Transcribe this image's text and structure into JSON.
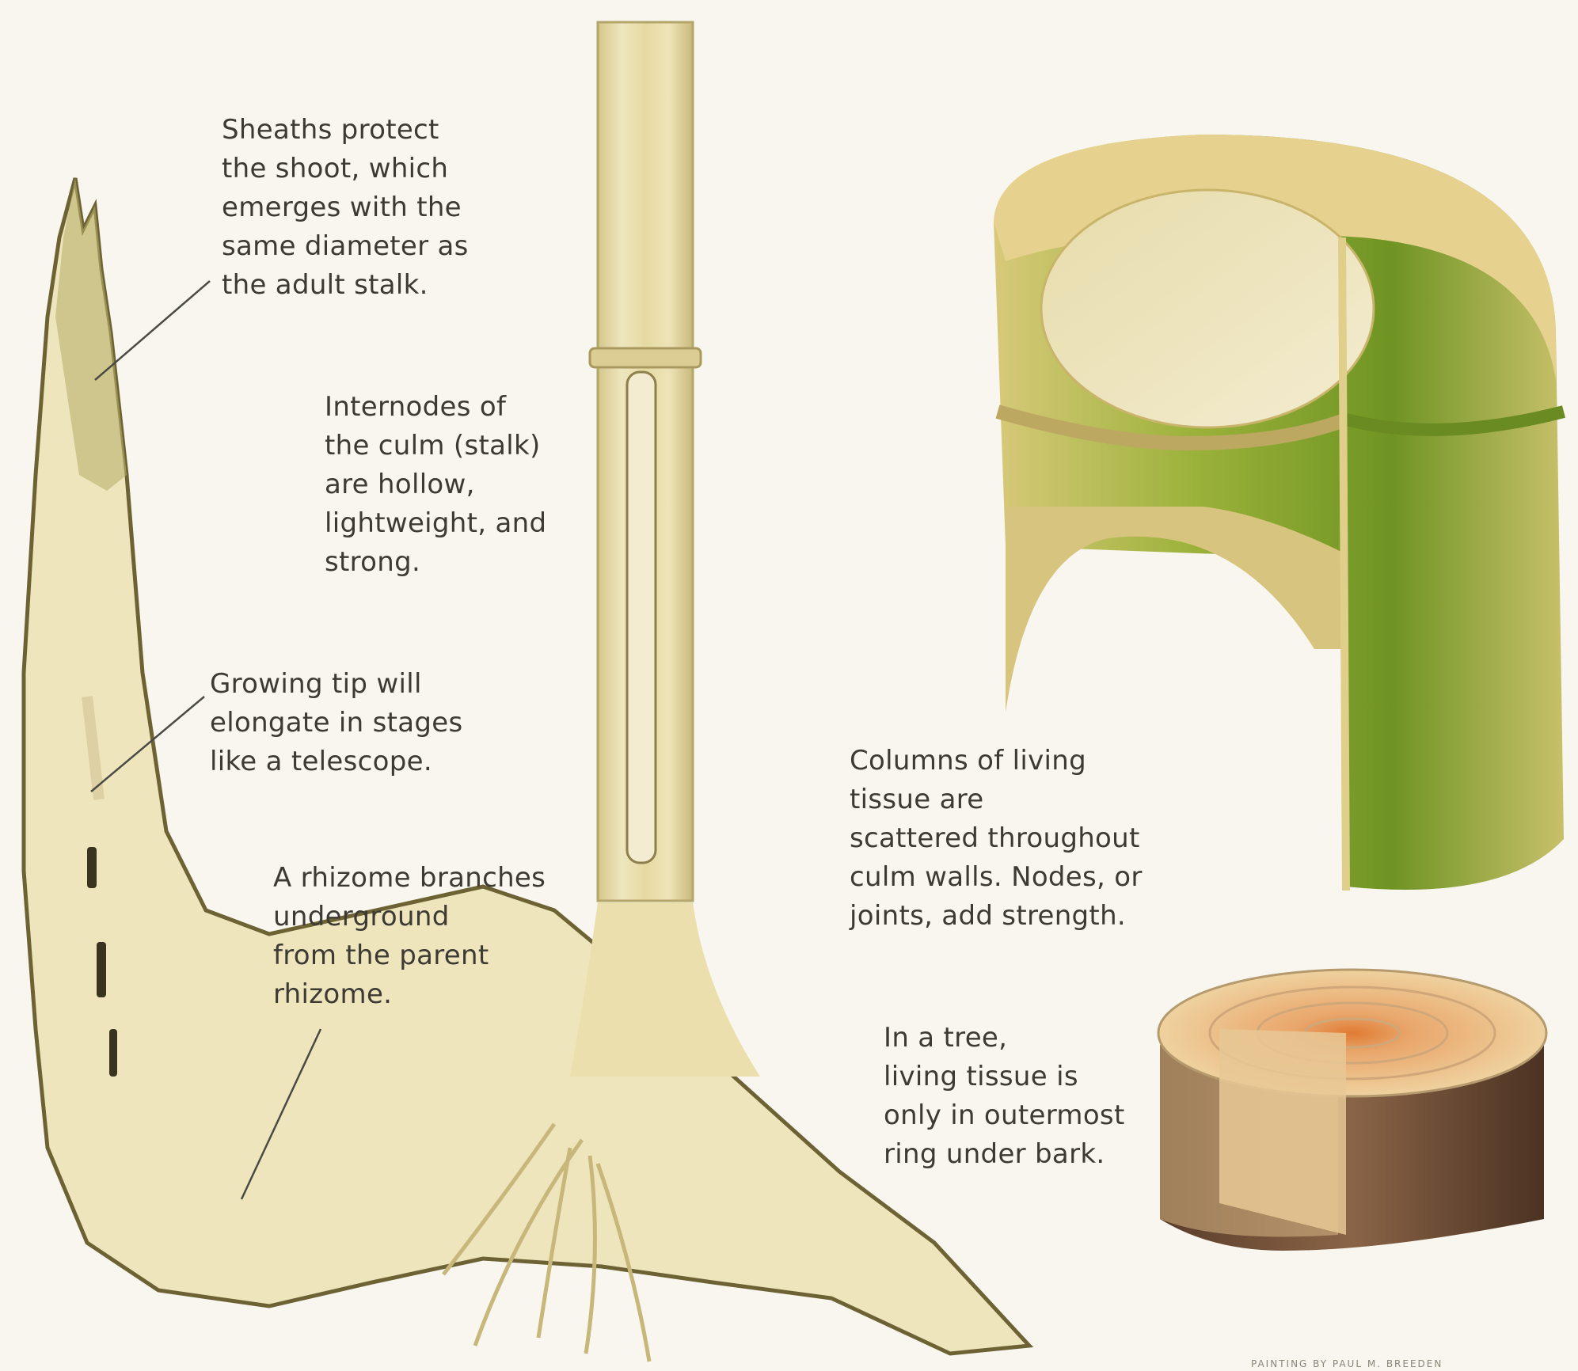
{
  "captions": {
    "sheaths": [
      "Sheaths protect",
      "the shoot, which",
      "emerges with the",
      "same diameter as",
      "the adult stalk."
    ],
    "internodes": [
      "Internodes of",
      "the culm (stalk)",
      "are hollow,",
      "lightweight, and",
      "strong."
    ],
    "growing_tip": [
      "Growing tip will",
      "elongate in stages",
      "like a telescope."
    ],
    "rhizome": [
      "A rhizome branches",
      "underground",
      "from the parent",
      "rhizome."
    ],
    "columns": [
      "Columns of living",
      "tissue are",
      "scattered throughout",
      "culm walls. Nodes, or",
      "joints, add strength."
    ],
    "tree": [
      "In a tree,",
      "living tissue is",
      "only in outermost",
      "ring under bark."
    ]
  },
  "credit": "PAINTING BY PAUL M. BREEDEN",
  "colors": {
    "background": "#f8f6ee",
    "pith": "#eee5bf",
    "culm_wall": "#e3d59a",
    "bamboo_green": "#7f9f2a",
    "leader_line": "#4a4a44",
    "bark": "#6b4a33",
    "heartwood": "#e07b33"
  }
}
